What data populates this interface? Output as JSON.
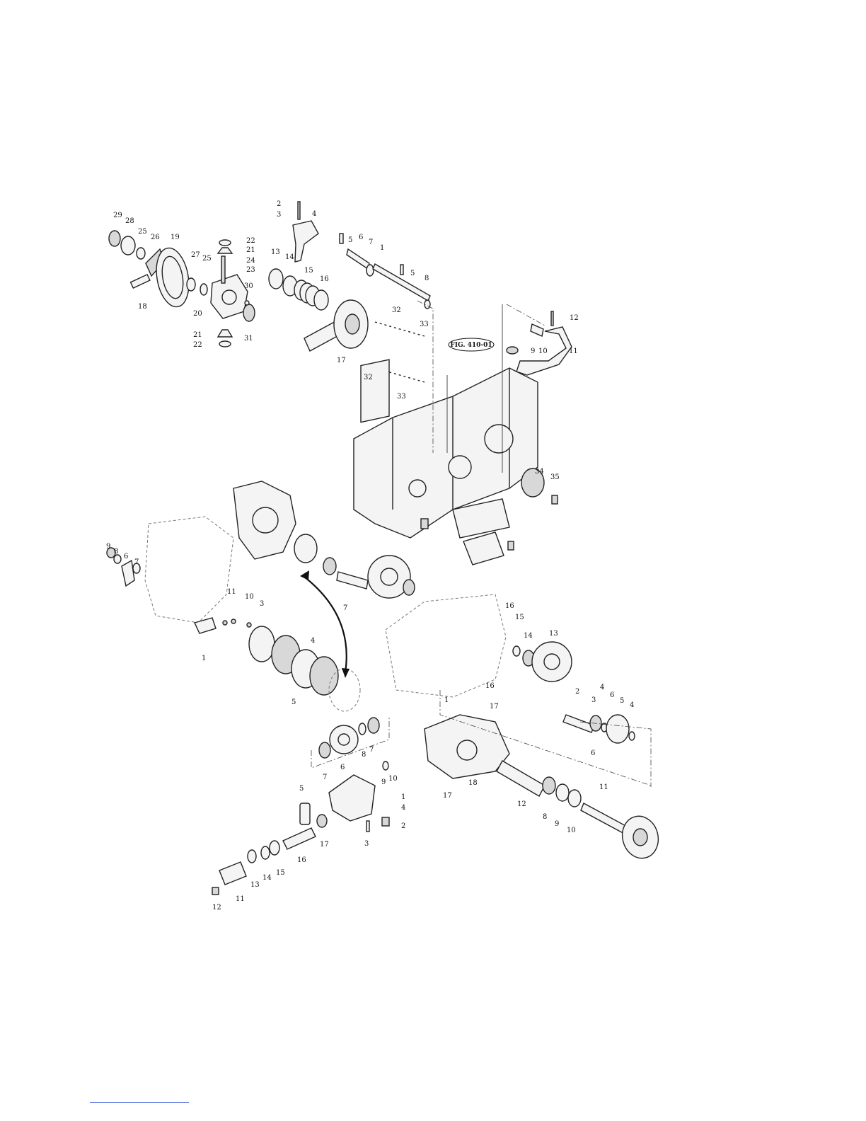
{
  "figure_ref": "FIG. 410-01",
  "callouts": [
    {
      "id": "c1",
      "text": "29"
    },
    {
      "id": "c2",
      "text": "28"
    },
    {
      "id": "c3",
      "text": "25"
    },
    {
      "id": "c4",
      "text": "26"
    },
    {
      "id": "c5",
      "text": "19"
    },
    {
      "id": "c6",
      "text": "27"
    },
    {
      "id": "c7",
      "text": "25"
    },
    {
      "id": "c8",
      "text": "22"
    },
    {
      "id": "c9",
      "text": "21"
    },
    {
      "id": "c10",
      "text": "24"
    },
    {
      "id": "c11",
      "text": "23"
    },
    {
      "id": "c12",
      "text": "30"
    },
    {
      "id": "c13",
      "text": "18"
    },
    {
      "id": "c14",
      "text": "20"
    },
    {
      "id": "c15",
      "text": "21"
    },
    {
      "id": "c16",
      "text": "22"
    },
    {
      "id": "c17",
      "text": "31"
    },
    {
      "id": "c18",
      "text": "2"
    },
    {
      "id": "c19",
      "text": "3"
    },
    {
      "id": "c20",
      "text": "4"
    },
    {
      "id": "c21",
      "text": "5"
    },
    {
      "id": "c22",
      "text": "6"
    },
    {
      "id": "c23",
      "text": "7"
    },
    {
      "id": "c24",
      "text": "1"
    },
    {
      "id": "c25",
      "text": "5"
    },
    {
      "id": "c26",
      "text": "8"
    },
    {
      "id": "c27",
      "text": "13"
    },
    {
      "id": "c28",
      "text": "14"
    },
    {
      "id": "c29",
      "text": "15"
    },
    {
      "id": "c30",
      "text": "16"
    },
    {
      "id": "c31",
      "text": "17"
    },
    {
      "id": "c32",
      "text": "32"
    },
    {
      "id": "c33",
      "text": "33"
    },
    {
      "id": "c34",
      "text": "32"
    },
    {
      "id": "c35",
      "text": "33"
    },
    {
      "id": "c36",
      "text": "12"
    },
    {
      "id": "c37",
      "text": "9"
    },
    {
      "id": "c38",
      "text": "10"
    },
    {
      "id": "c39",
      "text": "11"
    },
    {
      "id": "c40",
      "text": "34"
    },
    {
      "id": "c41",
      "text": "35"
    },
    {
      "id": "c42",
      "text": "9"
    },
    {
      "id": "c43",
      "text": "8"
    },
    {
      "id": "c44",
      "text": "6"
    },
    {
      "id": "c45",
      "text": "7"
    },
    {
      "id": "c46",
      "text": "11"
    },
    {
      "id": "c47",
      "text": "10"
    },
    {
      "id": "c48",
      "text": "3"
    },
    {
      "id": "c49",
      "text": "1"
    },
    {
      "id": "c50",
      "text": "4"
    },
    {
      "id": "c51",
      "text": "5"
    },
    {
      "id": "c52",
      "text": "7"
    },
    {
      "id": "c53",
      "text": "16"
    },
    {
      "id": "c54",
      "text": "15"
    },
    {
      "id": "c55",
      "text": "14"
    },
    {
      "id": "c56",
      "text": "13"
    },
    {
      "id": "c57",
      "text": "16"
    },
    {
      "id": "c58",
      "text": "2"
    },
    {
      "id": "c59",
      "text": "3"
    },
    {
      "id": "c60",
      "text": "4"
    },
    {
      "id": "c61",
      "text": "6"
    },
    {
      "id": "c62",
      "text": "5"
    },
    {
      "id": "c63",
      "text": "4"
    },
    {
      "id": "c64",
      "text": "6"
    },
    {
      "id": "c65",
      "text": "1"
    },
    {
      "id": "c66",
      "text": "17"
    },
    {
      "id": "c67",
      "text": "18"
    },
    {
      "id": "c68",
      "text": "17"
    },
    {
      "id": "c69",
      "text": "12"
    },
    {
      "id": "c70",
      "text": "8"
    },
    {
      "id": "c71",
      "text": "9"
    },
    {
      "id": "c72",
      "text": "10"
    },
    {
      "id": "c73",
      "text": "11"
    },
    {
      "id": "c74",
      "text": "7"
    },
    {
      "id": "c75",
      "text": "8"
    },
    {
      "id": "c76",
      "text": "7"
    },
    {
      "id": "c77",
      "text": "6"
    },
    {
      "id": "c78",
      "text": "9"
    },
    {
      "id": "c79",
      "text": "10"
    },
    {
      "id": "c80",
      "text": "5"
    },
    {
      "id": "c81",
      "text": "1"
    },
    {
      "id": "c82",
      "text": "4"
    },
    {
      "id": "c83",
      "text": "2"
    },
    {
      "id": "c84",
      "text": "3"
    },
    {
      "id": "c85",
      "text": "17"
    },
    {
      "id": "c86",
      "text": "16"
    },
    {
      "id": "c87",
      "text": "15"
    },
    {
      "id": "c88",
      "text": "14"
    },
    {
      "id": "c89",
      "text": "13"
    },
    {
      "id": "c90",
      "text": "11"
    },
    {
      "id": "c91",
      "text": "12"
    }
  ]
}
